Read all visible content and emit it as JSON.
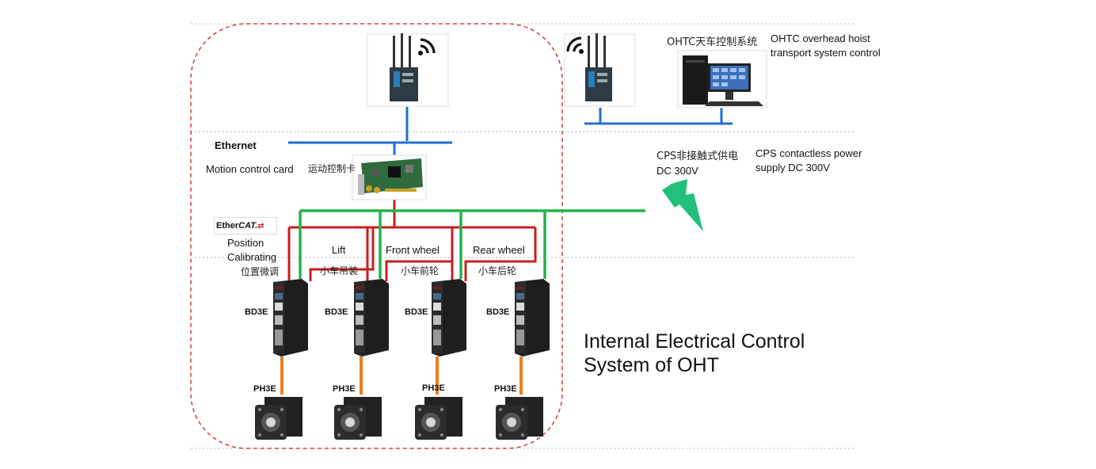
{
  "title": {
    "line1": "Internal Electrical Control",
    "line2": "System of OHT"
  },
  "labels": {
    "ethernet": "Ethernet",
    "motion_card_en": "Motion control card",
    "motion_card_cn": "运动控制卡",
    "ethercat_prefix": "Ether",
    "ethercat_suffix": "CAT.",
    "ohtc_cn": "OHTC天车控制系统",
    "ohtc_en_line1": "OHTC overhead hoist",
    "ohtc_en_line2": "transport system control",
    "cps_cn_line1": "CPS非接触式供电",
    "cps_cn_line2": "DC 300V",
    "cps_en_line1": "CPS contactless power",
    "cps_en_line2": "supply DC 300V"
  },
  "axes": [
    {
      "en_line1": "Position",
      "en_line2": "Calibrating",
      "cn": "位置微调",
      "driver": "BD3E",
      "motor": "PH3E"
    },
    {
      "en_line1": "Lift",
      "en_line2": "",
      "cn": "小车吊装",
      "driver": "BD3E",
      "motor": "PH3E"
    },
    {
      "en_line1": "Front wheel",
      "en_line2": "",
      "cn": "小车前轮",
      "driver": "BD3E",
      "motor": "PH3E"
    },
    {
      "en_line1": "Rear wheel",
      "en_line2": "",
      "cn": "小车后轮",
      "driver": "BD3E",
      "motor": "PH3E"
    }
  ],
  "colors": {
    "ethernet_line": "#1f6fd1",
    "ethercat_line": "#c81e1e",
    "power_line": "#22b34a",
    "motor_line": "#f07d1e",
    "boundary": "#c81e1e",
    "lightning": "#22c07a",
    "separator": "#bbbbbb"
  }
}
